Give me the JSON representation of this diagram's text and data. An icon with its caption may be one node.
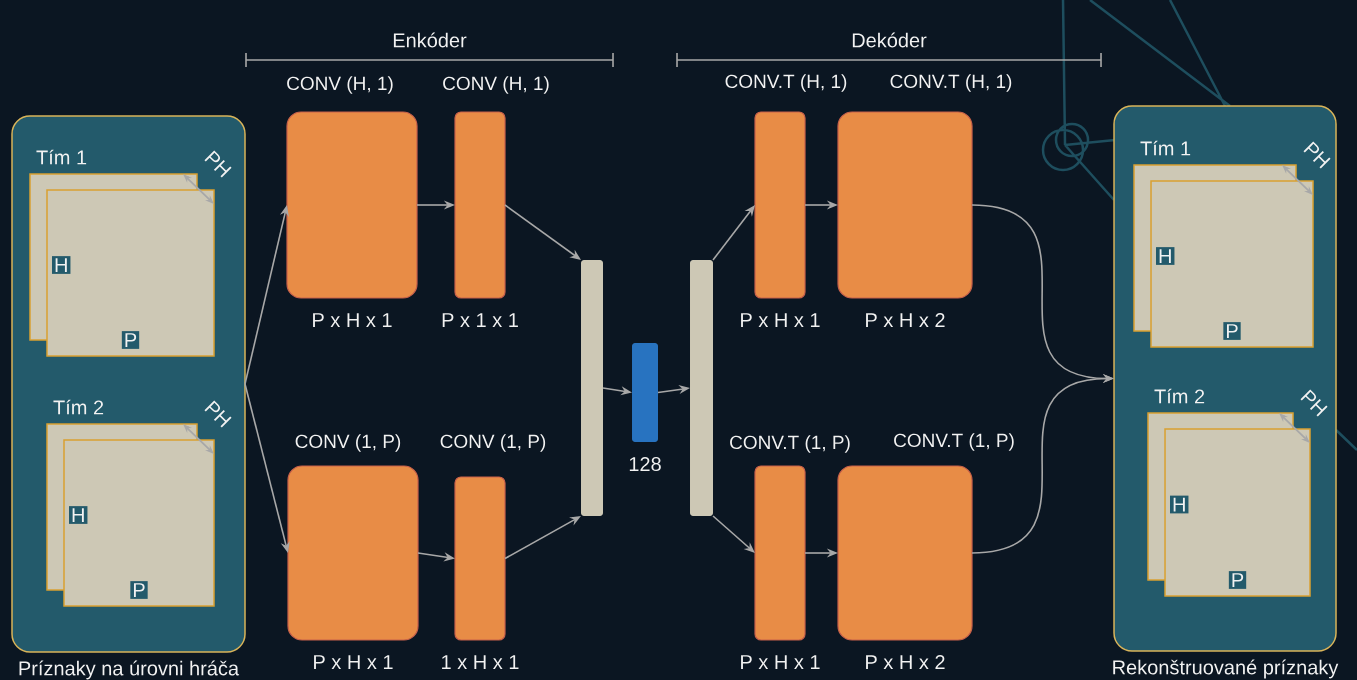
{
  "diagram": {
    "nodes": [
      {
        "text": [
          "Príznaky na úrovni hráča"
        ]
      },
      {
        "text": [
          "Tím 1",
          "H",
          "P",
          "PH"
        ],
        "in": 0
      },
      {
        "text": [
          "Tím 2",
          "H",
          "P",
          "PH"
        ],
        "in": 0
      },
      {
        "text": [
          "CONV (H, 1)"
        ],
        "beside": [
          "P x H x 1"
        ]
      },
      {
        "text": [
          "CONV (H, 1)"
        ],
        "beside": [
          "P x 1 x 1"
        ]
      },
      {
        "text": [
          "CONV (1, P)"
        ],
        "beside": [
          "P x H x 1"
        ]
      },
      {
        "text": [
          "CONV (1, P)"
        ],
        "beside": [
          "1 x H x 1"
        ]
      },
      {
        "text": [],
        "shape": "bar"
      },
      {
        "text": [],
        "shape": "bar",
        "beside": [
          "128"
        ]
      },
      {
        "text": [],
        "shape": "bar"
      },
      {
        "text": [
          "CONV.T (H, 1)"
        ],
        "beside": [
          "P x H x 1"
        ]
      },
      {
        "text": [
          "CONV.T (H, 1)"
        ],
        "beside": [
          "P x H x 2"
        ]
      },
      {
        "text": [
          "CONV.T (1, P)"
        ],
        "beside": [
          "P x H x 1"
        ]
      },
      {
        "text": [
          "CONV.T (1, P)"
        ],
        "beside": [
          "P x H x 2"
        ]
      },
      {
        "text": [
          "Rekonštruované príznaky"
        ]
      },
      {
        "text": [
          "Tím 1",
          "H",
          "P",
          "PH"
        ],
        "in": 14
      },
      {
        "text": [
          "Tím 2",
          "H",
          "P",
          "PH"
        ],
        "in": 14
      }
    ],
    "edges": [
      {
        "from": 0,
        "to": 3,
        "arrow": "to"
      },
      {
        "from": 0,
        "to": 5,
        "arrow": "to"
      },
      {
        "from": 3,
        "to": 4,
        "arrow": "to"
      },
      {
        "from": 5,
        "to": 6,
        "arrow": "to"
      },
      {
        "from": 4,
        "to": 7,
        "arrow": "to"
      },
      {
        "from": 6,
        "to": 7,
        "arrow": "to"
      },
      {
        "from": 7,
        "to": 8,
        "arrow": "to"
      },
      {
        "from": 8,
        "to": 9,
        "arrow": "to"
      },
      {
        "from": 9,
        "to": 10,
        "arrow": "to"
      },
      {
        "from": 9,
        "to": 12,
        "arrow": "to"
      },
      {
        "from": 10,
        "to": 11,
        "arrow": "to"
      },
      {
        "from": 12,
        "to": 13,
        "arrow": "to"
      },
      {
        "from": 11,
        "to": 14,
        "arrow": "to"
      },
      {
        "from": 13,
        "to": 14,
        "arrow": "to"
      }
    ],
    "labels": [
      "Enkóder",
      "Dekóder"
    ]
  }
}
